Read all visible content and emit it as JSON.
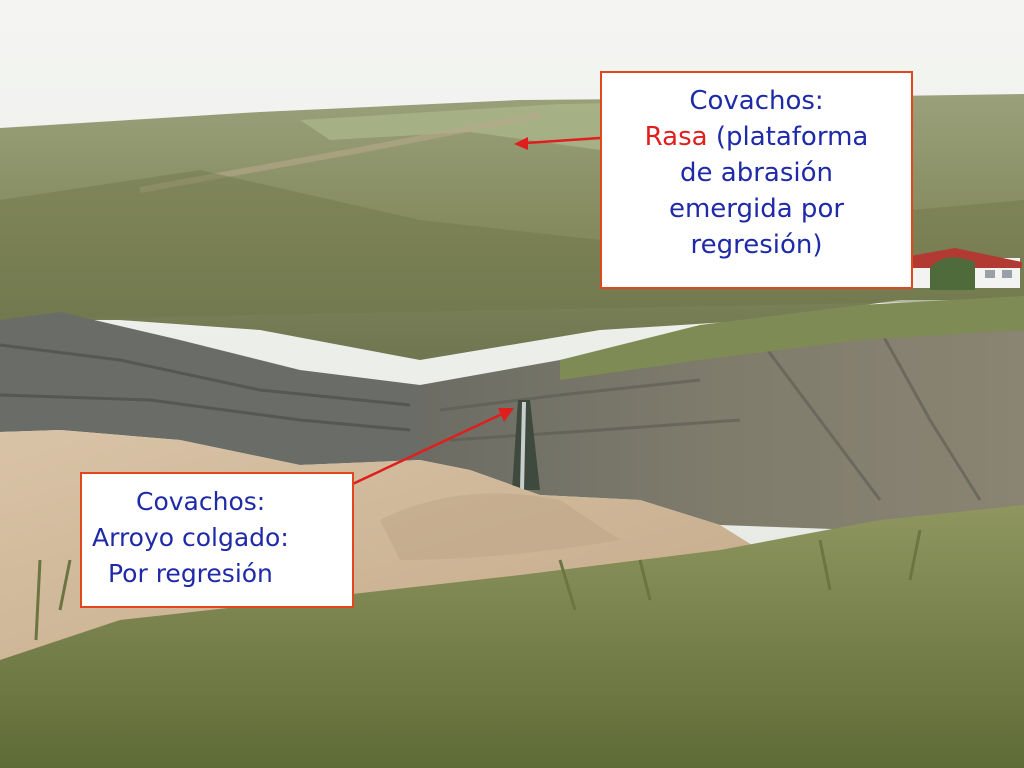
{
  "photo": {
    "subject": "coastal cliff",
    "colors": {
      "sky": "#eef0ec",
      "hill": "#8a9064",
      "cliff": "#7c7a6c",
      "sand": "#cfb79a",
      "grass": "#7d8a4c",
      "house": "#f3f3f1",
      "roof": "#b23a33"
    }
  },
  "callouts": {
    "rasa": {
      "title": "Covachos:",
      "highlight": "Rasa",
      "line2_rest": " (plataforma",
      "line3": "de abrasión",
      "line4": "emergida por",
      "line5": "regresión)",
      "border_color": "#e2461f",
      "text_color": "#1f2aa8",
      "highlight_color": "#e01e1e"
    },
    "arroyo": {
      "line1": "Covachos:",
      "line2": "Arroyo colgado:",
      "line3": "Por regresión",
      "border_color": "#e2461f",
      "text_color": "#1f2aa8"
    }
  },
  "arrows": {
    "color": "#e01e1e"
  }
}
